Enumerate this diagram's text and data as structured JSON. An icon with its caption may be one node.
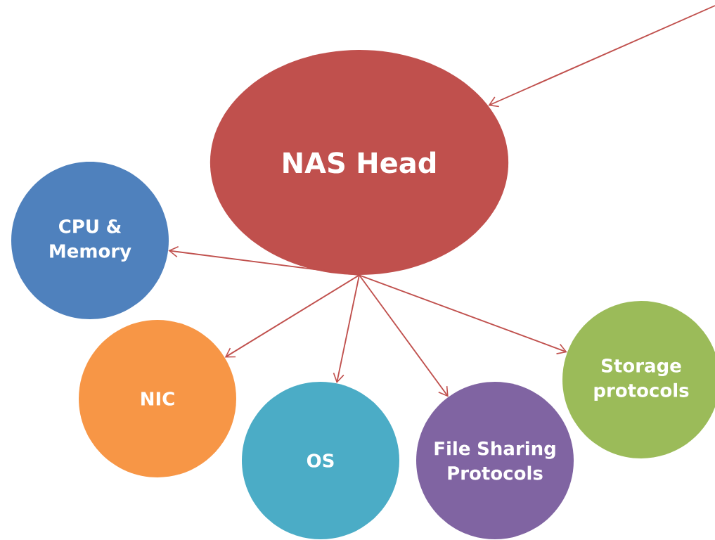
{
  "diagram": {
    "nodes": [
      {
        "text": [
          "NAS Head"
        ]
      },
      {
        "text": [
          "CPU & Memory"
        ]
      },
      {
        "text": [
          "NIC"
        ]
      },
      {
        "text": [
          "OS"
        ]
      },
      {
        "text": [
          "File Sharing Protocols"
        ]
      },
      {
        "text": [
          "Storage protocols"
        ]
      }
    ],
    "edges": [
      {
        "from": null,
        "to": 0,
        "arrow": "to"
      },
      {
        "from": 0,
        "to": 1,
        "arrow": "to"
      },
      {
        "from": 0,
        "to": 2,
        "arrow": "to"
      },
      {
        "from": 0,
        "to": 3,
        "arrow": "to"
      },
      {
        "from": 0,
        "to": 4,
        "arrow": "to"
      },
      {
        "from": 0,
        "to": 5,
        "arrow": "to"
      }
    ]
  }
}
